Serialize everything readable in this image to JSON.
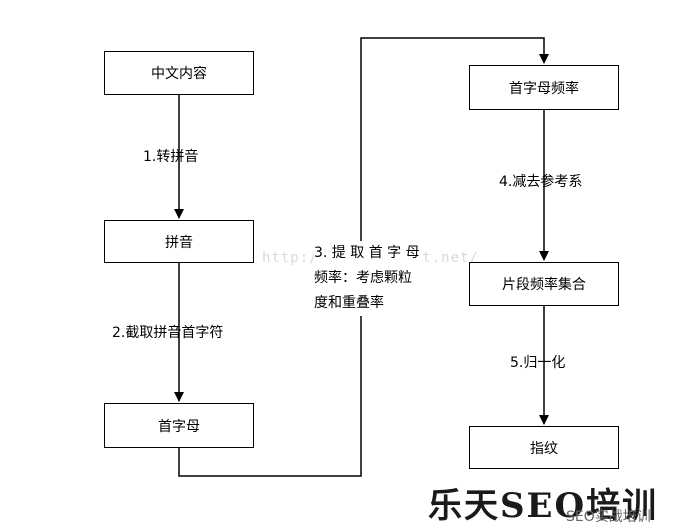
{
  "diagram": {
    "nodes": {
      "chinese_content": "中文内容",
      "pinyin": "拼音",
      "initials": "首字母",
      "initial_frequency": "首字母频率",
      "fragment_freq_set": "片段频率集合",
      "fingerprint": "指纹"
    },
    "edges": {
      "to_pinyin": "1.转拼音",
      "extract_initials": "2.截取拼音首字符",
      "extract_freq_line1": "3. 提 取 首 字 母",
      "extract_freq_line2": "频率：考虑颗粒",
      "extract_freq_line3": "度和重叠率",
      "subtract_ref": "4.减去参考系",
      "normalize": "5.归一化"
    }
  },
  "watermark": "http://www.seotest.net/",
  "branding": {
    "logo_text": "乐天SEO培训",
    "sub_text": "SEO实战培训"
  }
}
